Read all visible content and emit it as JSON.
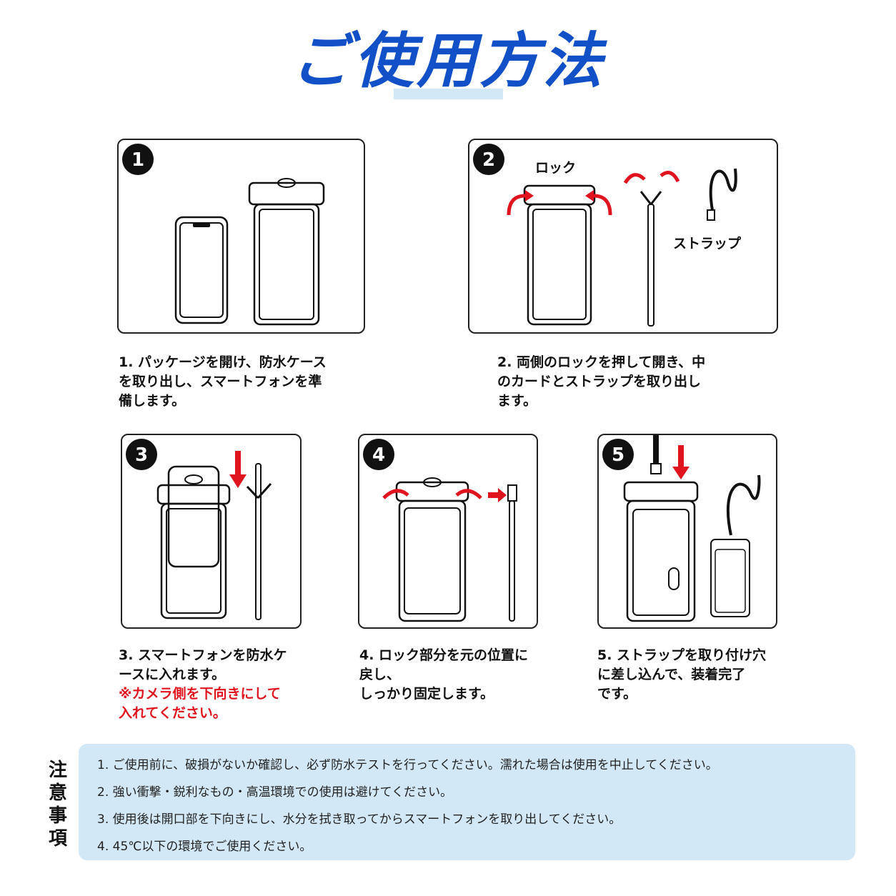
{
  "title": "ご使用方法",
  "steps": [
    {
      "number": "1",
      "text": "1. パッケージを開け、防水ケース\nを取り出し、スマートフォンを準\n備します。"
    },
    {
      "number": "2",
      "text": "2. 両側のロックを押して開き、中\nのカードとストラップを取り出し\nます。",
      "label_lock": "ロック",
      "label_strap": "ストラップ"
    },
    {
      "number": "3",
      "text": "3. スマートフォンを防水ケ\nースに入れます。",
      "warning": "※カメラ側を下向きにして\n入れてください。"
    },
    {
      "number": "4",
      "text": "4. ロック部分を元の位置に\n戻し、\nしっかり固定します。"
    },
    {
      "number": "5",
      "text": "5. ストラップを取り付け穴\nに差し込んで、装着完了\nです。"
    }
  ],
  "notes_heading": "注意事項",
  "notes": [
    "1. ご使用前に、破損がないか確認し、必ず防水テストを行ってください。濡れた場合は使用を中止してください。",
    "2. 強い衝撃・鋭利なもの・高温環境での使用は避けてください。",
    "3. 使用後は開口部を下向きにし、水分を拭き取ってからスマートフォンを取り出してください。",
    "4. 45℃以下の環境でご使用ください。"
  ],
  "colors": {
    "title": "#1250c8",
    "accent_bar": "#d3e8f6",
    "warning": "#e0141e",
    "arrow": "#e0141e"
  }
}
